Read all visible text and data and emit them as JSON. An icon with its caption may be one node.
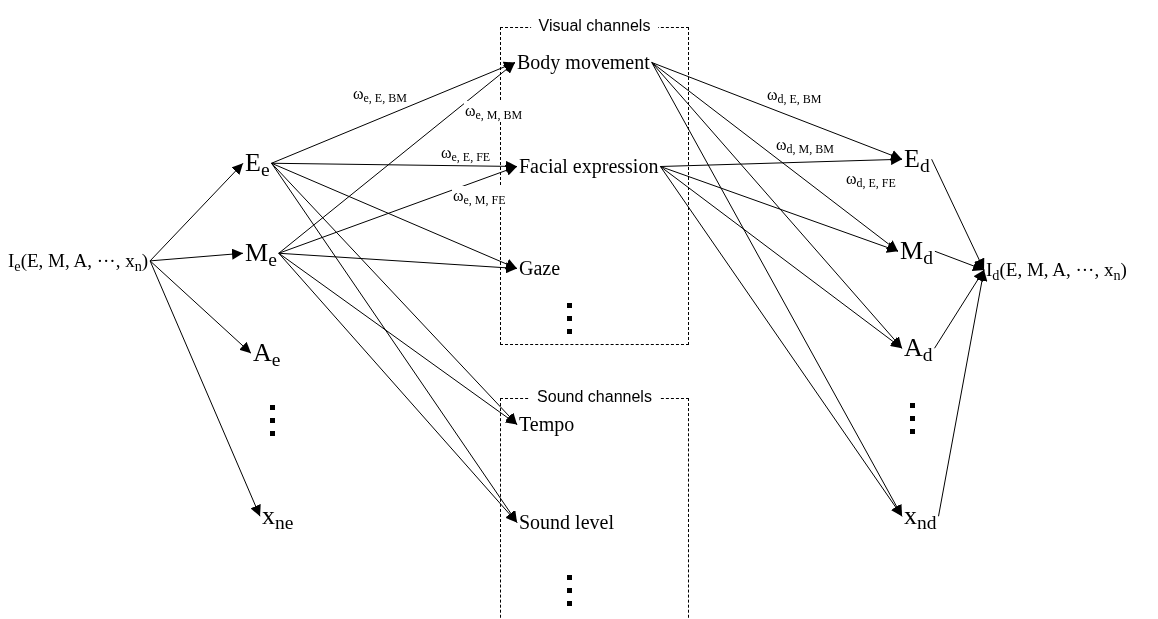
{
  "diagram": {
    "nodes": [
      {
        "text": [
          "I$_{e}$(E, M, A, ···, x$_{n}$)"
        ]
      },
      {
        "text": [
          "E$_{e}$"
        ]
      },
      {
        "text": [
          "M$_{e}$"
        ]
      },
      {
        "text": [
          "A$_{e}$"
        ]
      },
      {
        "text": [
          "x$_{ne}$"
        ]
      },
      {
        "text": [
          "Visual channels"
        ]
      },
      {
        "text": [
          "Body movement"
        ],
        "in": 5
      },
      {
        "text": [
          "Facial expression"
        ],
        "in": 5
      },
      {
        "text": [
          "Gaze"
        ],
        "in": 5
      },
      {
        "text": [
          "Sound channels"
        ]
      },
      {
        "text": [
          "Tempo"
        ],
        "in": 9
      },
      {
        "text": [
          "Sound level"
        ],
        "in": 9
      },
      {
        "text": [
          "E$_{d}$"
        ]
      },
      {
        "text": [
          "M$_{d}$"
        ]
      },
      {
        "text": [
          "A$_{d}$"
        ]
      },
      {
        "text": [
          "x$_{nd}$"
        ]
      },
      {
        "text": [
          "I$_{d}$(E, M, A, ···, x$_{n}$)"
        ]
      }
    ],
    "edges": [
      {
        "from": 0,
        "to": 1,
        "arrow": "to"
      },
      {
        "from": 0,
        "to": 2,
        "arrow": "to"
      },
      {
        "from": 0,
        "to": 3,
        "arrow": "to"
      },
      {
        "from": 0,
        "to": 4,
        "arrow": "to"
      },
      {
        "from": 1,
        "to": 6,
        "arrow": "to",
        "label": "ω$_{e, E, BM}$"
      },
      {
        "from": 1,
        "to": 7,
        "arrow": "to",
        "label": "ω$_{e, E, FE}$"
      },
      {
        "from": 1,
        "to": 8,
        "arrow": "to"
      },
      {
        "from": 1,
        "to": 10,
        "arrow": "to"
      },
      {
        "from": 1,
        "to": 11,
        "arrow": "to"
      },
      {
        "from": 2,
        "to": 6,
        "arrow": "to",
        "label": "ω$_{e, M, BM}$"
      },
      {
        "from": 2,
        "to": 7,
        "arrow": "to",
        "label": "ω$_{e, M, FE}$"
      },
      {
        "from": 2,
        "to": 8,
        "arrow": "to"
      },
      {
        "from": 2,
        "to": 10,
        "arrow": "to"
      },
      {
        "from": 2,
        "to": 11,
        "arrow": "to"
      },
      {
        "from": 6,
        "to": 12,
        "arrow": "to",
        "label": "ω$_{d, E, BM}$"
      },
      {
        "from": 6,
        "to": 13,
        "arrow": "to",
        "label": "ω$_{d, M, BM}$"
      },
      {
        "from": 6,
        "to": 14,
        "arrow": "to"
      },
      {
        "from": 6,
        "to": 15,
        "arrow": "to"
      },
      {
        "from": 7,
        "to": 12,
        "arrow": "to",
        "label": "ω$_{d, E, FE}$"
      },
      {
        "from": 7,
        "to": 13,
        "arrow": "to"
      },
      {
        "from": 7,
        "to": 14,
        "arrow": "to"
      },
      {
        "from": 7,
        "to": 15,
        "arrow": "to"
      },
      {
        "from": 12,
        "to": 16,
        "arrow": "to"
      },
      {
        "from": 13,
        "to": 16,
        "arrow": "to"
      },
      {
        "from": 14,
        "to": 16,
        "arrow": "to"
      },
      {
        "from": 15,
        "to": 16,
        "arrow": "to"
      }
    ]
  }
}
